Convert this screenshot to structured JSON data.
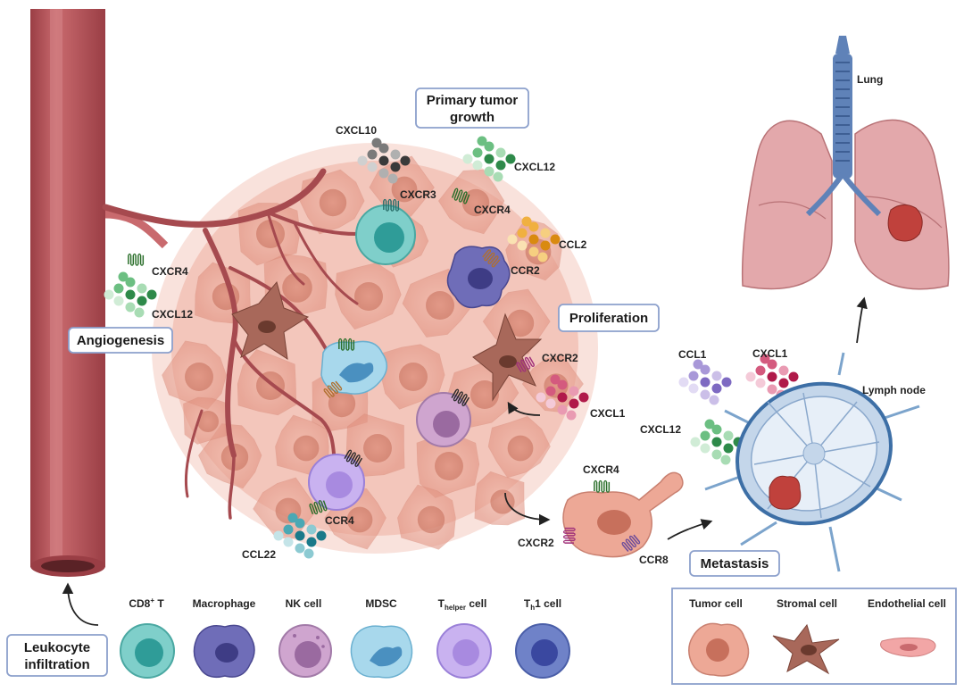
{
  "boxes": {
    "primary_line1": "Primary tumor",
    "primary_line2": "growth",
    "angiogenesis": "Angiogenesis",
    "proliferation": "Proliferation",
    "metastasis": "Metastasis",
    "leukocyte_line1": "Leukocyte",
    "leukocyte_line2": "infiltration"
  },
  "chemokines": {
    "cxcl10": "CXCL10",
    "cxcl12_top": "CXCL12",
    "ccl2": "CCL2",
    "cxcl12_left": "CXCL12",
    "cxcl1_tumor": "CXCL1",
    "ccl22": "CCL22",
    "ccl1": "CCL1",
    "cxcl1_node": "CXCL1",
    "cxcl12_node": "CXCL12"
  },
  "receptors": {
    "cxcr3": "CXCR3",
    "cxcr4_top": "CXCR4",
    "ccr2": "CCR2",
    "cxcr4_vessel": "CXCR4",
    "cxcr2_tumor": "CXCR2",
    "ccr4": "CCR4",
    "cxcr4_meta": "CXCR4",
    "cxcr2_meta": "CXCR2",
    "ccr8": "CCR8"
  },
  "organs": {
    "lung": "Lung",
    "lymph_node": "Lymph node"
  },
  "immune_cells": {
    "cd8_base": "CD8",
    "cd8_sup": "+",
    "cd8_suffix": " T",
    "macrophage": "Macrophage",
    "nk": "NK cell",
    "mdsc": "MDSC",
    "thelper_t": "T",
    "thelper_sub": "helper",
    "thelper_suffix": " cell",
    "th1_t": "T",
    "th1_sub": "h",
    "th1_suffix": "1 cell"
  },
  "legend": {
    "tumor": "Tumor cell",
    "stromal": "Stromal cell",
    "endothelial": "Endothelial cell"
  },
  "colors": {
    "vessel": "#b8555a",
    "tumor": "#e8a090",
    "box_border": "#8ca0cc",
    "lung": "#e3a8ab",
    "trachea": "#5f82b8"
  }
}
